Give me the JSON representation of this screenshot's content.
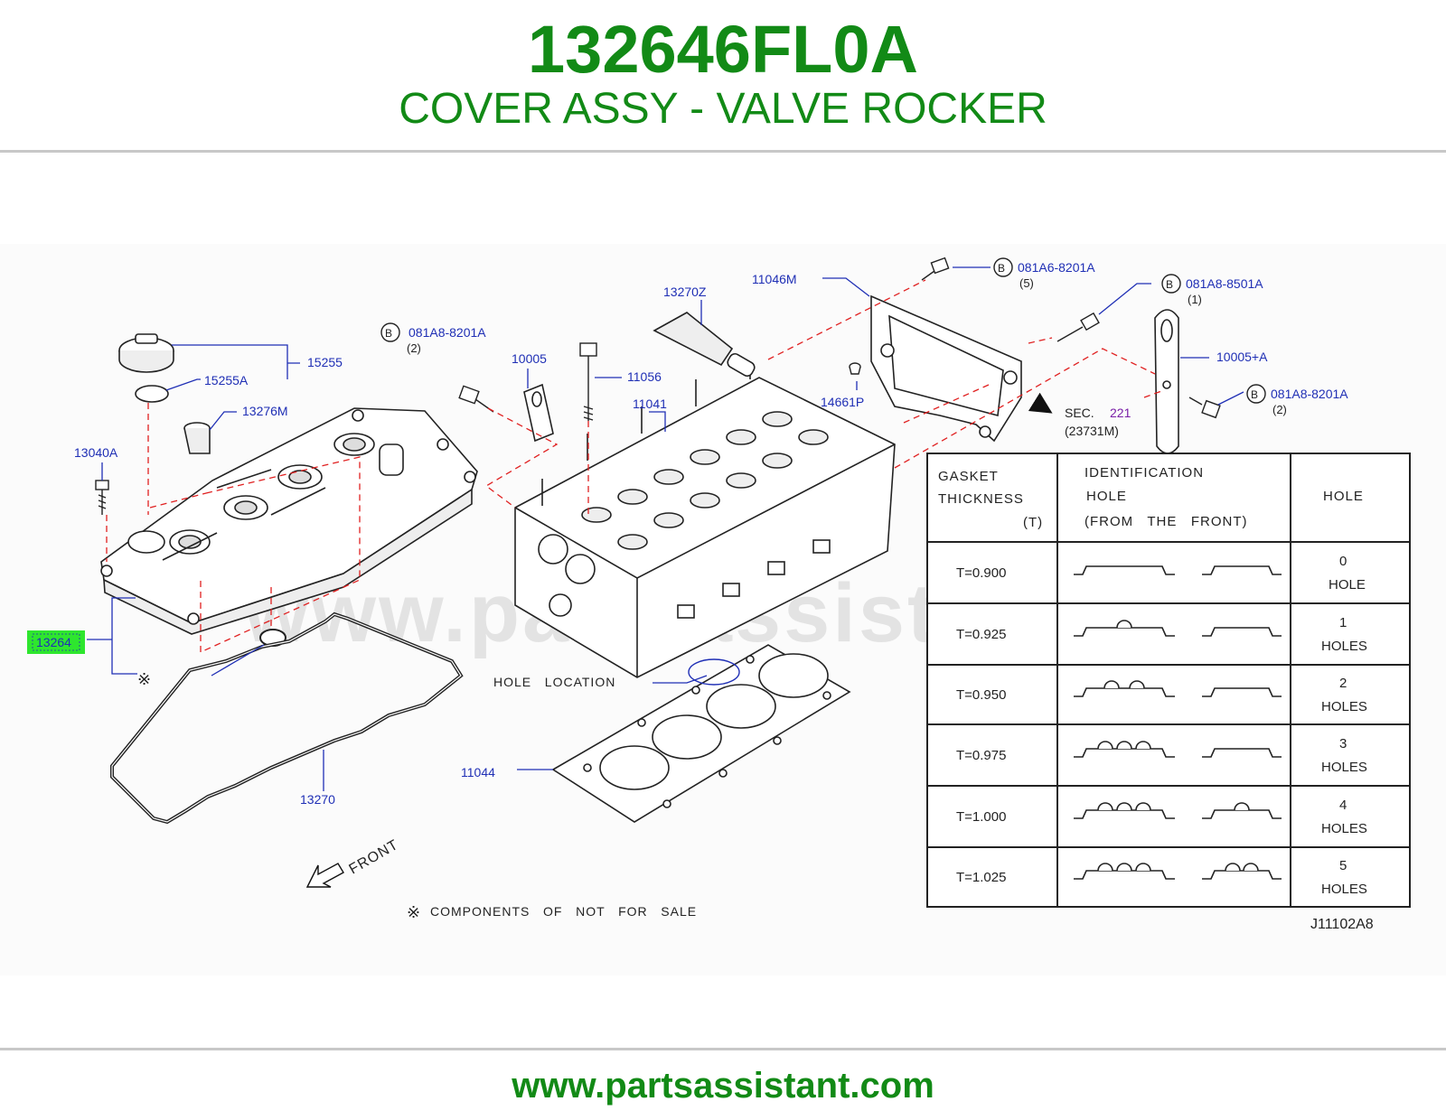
{
  "header": {
    "part_number": "132646FL0A",
    "part_name": "COVER ASSY - VALVE ROCKER"
  },
  "diagram": {
    "highlighted_part": "13264",
    "watermark": "www.partsassistant.com",
    "diagram_code": "J11102A8",
    "parts": {
      "p15255": "15255",
      "p15255a": "15255A",
      "p13276m": "13276M",
      "p13040a": "13040A",
      "p13270": "13270",
      "p13270z": "13270Z",
      "p11046m": "11046M",
      "p10005": "10005",
      "p11056": "11056",
      "p11041": "11041",
      "p14661p": "14661P",
      "p10005a": "10005+A",
      "p11044": "11044"
    },
    "bolts": [
      {
        "id": "B",
        "code": "081A6-8201A",
        "qty": "(5)"
      },
      {
        "id": "B",
        "code": "081A8-8501A",
        "qty": "(1)"
      },
      {
        "id": "B",
        "code": "081A8-8201A",
        "qty": "(2)"
      },
      {
        "id": "B",
        "code": "081A8-8201A",
        "qty": "(2)"
      }
    ],
    "sec_ref": {
      "label": "SEC.",
      "number": "221",
      "sub": "(23731M)"
    },
    "hole_location": "HOLE   LOCATION",
    "front_label": "FRONT",
    "not_for_sale_mark": "※",
    "note": "COMPONENTS   OF   NOT   FOR   SALE"
  },
  "table": {
    "header": {
      "gasket": [
        "GASKET",
        "THICKNESS",
        "(T)"
      ],
      "identification": [
        "IDENTIFICATION",
        "HOLE",
        "(FROM   THE   FRONT)"
      ],
      "hole": "HOLE"
    },
    "rows": [
      {
        "t": "T=0.900",
        "count": "0",
        "unit": "HOLE",
        "holes": 0
      },
      {
        "t": "T=0.925",
        "count": "1",
        "unit": "HOLES",
        "holes": 1
      },
      {
        "t": "T=0.950",
        "count": "2",
        "unit": "HOLES",
        "holes": 2
      },
      {
        "t": "T=0.975",
        "count": "3",
        "unit": "HOLES",
        "holes": 3
      },
      {
        "t": "T=1.000",
        "count": "4",
        "unit": "HOLES",
        "holes": 4
      },
      {
        "t": "T=1.025",
        "count": "5",
        "unit": "HOLES",
        "holes": 5
      }
    ]
  },
  "footer": {
    "url": "www.partsassistant.com"
  },
  "colors": {
    "brand_green": "#128a16",
    "label_blue": "#1f2fb5",
    "leader_red": "#e02020",
    "highlight": "#2ee62e"
  }
}
